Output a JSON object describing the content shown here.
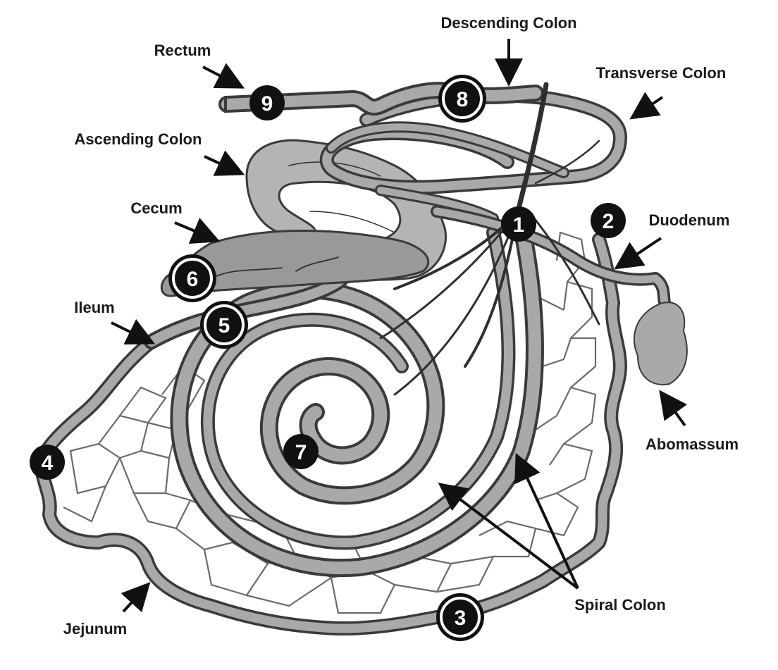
{
  "labels": {
    "descending_colon": "Descending Colon",
    "rectum": "Rectum",
    "transverse_colon": "Transverse Colon",
    "ascending_colon": "Ascending Colon",
    "cecum": "Cecum",
    "duodenum": "Duodenum",
    "ileum": "Ileum",
    "abomassum": "Abomassum",
    "spiral_colon": "Spiral Colon",
    "jejunum": "Jejunum"
  },
  "markers": [
    "1",
    "2",
    "3",
    "4",
    "5",
    "6",
    "7",
    "8",
    "9"
  ],
  "colors": {
    "ink": "#1a1a1a",
    "tissue": "#a9a9a9",
    "outline": "#3a3a3a"
  }
}
